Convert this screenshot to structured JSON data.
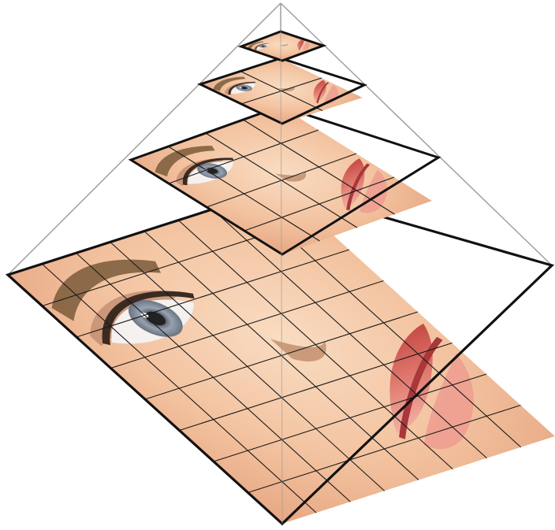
{
  "diagram": {
    "kind": "image-pyramid",
    "levels": [
      {
        "level": 0,
        "grid": [
          8,
          8
        ]
      },
      {
        "level": 1,
        "grid": [
          4,
          4
        ]
      },
      {
        "level": 2,
        "grid": [
          2,
          2
        ]
      },
      {
        "level": 3,
        "grid": [
          1,
          1
        ]
      }
    ],
    "colors": {
      "background": "#ffffff",
      "edge_line": "#9a9a9a",
      "grid_line": "#1a1a1a",
      "border": "#111111",
      "skin_light": "#f7d2b3",
      "skin_mid": "#f0b991",
      "skin_dark": "#e3a27a",
      "iris": "#8f9aa8",
      "brow": "#7a5a3a",
      "lip": "#d8605a",
      "lip_light": "#f0a59a"
    }
  }
}
